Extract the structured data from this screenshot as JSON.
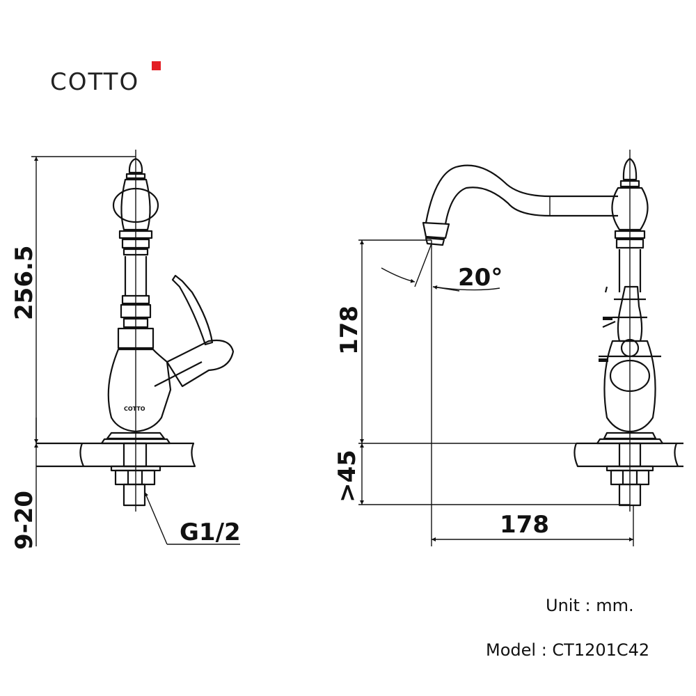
{
  "brand": {
    "name": "COTTO",
    "accent_color": "#e31e24"
  },
  "dimensions": {
    "total_height": "256.5",
    "counter_thickness": "9-20",
    "thread": "G1/2",
    "spout_height": "178",
    "spout_angle": "20°",
    "below_counter": ">45",
    "spout_reach": "178"
  },
  "body_logo": "COTTO",
  "notes": {
    "unit": "Unit : mm.",
    "model": "Model : CT1201C42"
  }
}
